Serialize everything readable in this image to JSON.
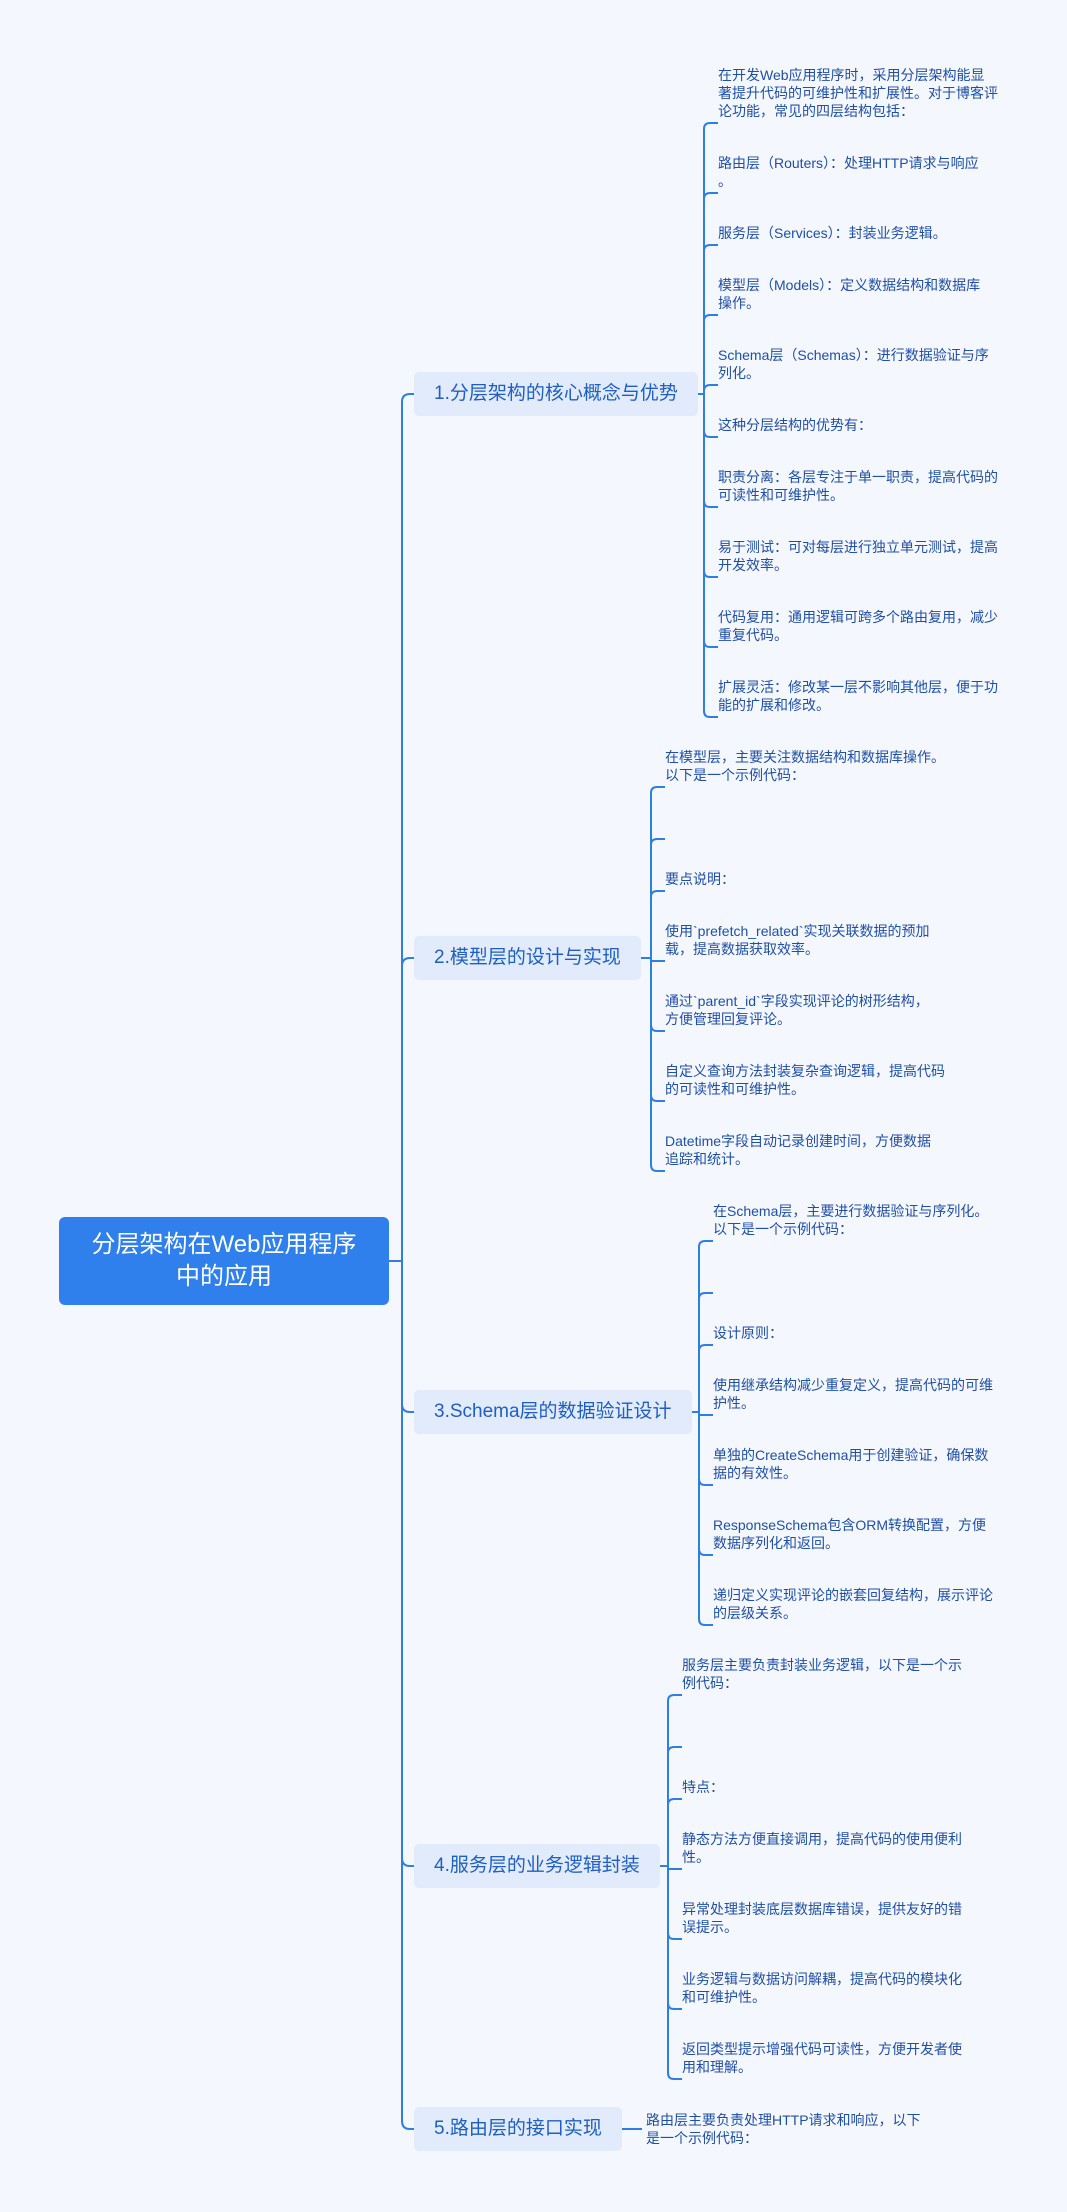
{
  "root": {
    "title": "分层架构在Web应用程序中的应用"
  },
  "branches": [
    {
      "label": "1.分层架构的核心概念与优势",
      "leaves": [
        "在开发Web应用程序时，采用分层架构能显\n著提升代码的可维护性和扩展性。对于博客评\n论功能，常见的四层结构包括：",
        "路由层（Routers）：处理HTTP请求与响应\n。",
        "服务层（Services）：封装业务逻辑。",
        "模型层（Models）：定义数据结构和数据库\n操作。",
        "Schema层（Schemas）：进行数据验证与序\n列化。",
        "这种分层结构的优势有：",
        "职责分离：各层专注于单一职责，提高代码的\n可读性和可维护性。",
        "易于测试：可对每层进行独立单元测试，提高\n开发效率。",
        "代码复用：通用逻辑可跨多个路由复用，减少\n重复代码。",
        "扩展灵活：修改某一层不影响其他层，便于功\n能的扩展和修改。"
      ]
    },
    {
      "label": "2.模型层的设计与实现",
      "leaves": [
        "在模型层，主要关注数据结构和数据库操作。\n以下是一个示例代码：",
        "",
        "要点说明：",
        "使用`prefetch_related`实现关联数据的预加\n载，提高数据获取效率。",
        "通过`parent_id`字段实现评论的树形结构，\n方便管理回复评论。",
        "自定义查询方法封装复杂查询逻辑，提高代码\n的可读性和可维护性。",
        "Datetime字段自动记录创建时间，方便数据\n追踪和统计。"
      ]
    },
    {
      "label": "3.Schema层的数据验证设计",
      "leaves": [
        "在Schema层，主要进行数据验证与序列化。\n以下是一个示例代码：",
        "",
        "设计原则：",
        "使用继承结构减少重复定义，提高代码的可维\n护性。",
        "单独的CreateSchema用于创建验证，确保数\n据的有效性。",
        "ResponseSchema包含ORM转换配置，方便\n数据序列化和返回。",
        "递归定义实现评论的嵌套回复结构，展示评论\n的层级关系。"
      ]
    },
    {
      "label": "4.服务层的业务逻辑封装",
      "leaves": [
        "服务层主要负责封装业务逻辑，以下是一个示\n例代码：",
        "",
        "特点：",
        "静态方法方便直接调用，提高代码的使用便利\n性。",
        "异常处理封装底层数据库错误，提供友好的错\n误提示。",
        "业务逻辑与数据访问解耦，提高代码的模块化\n和可维护性。",
        "返回类型提示增强代码可读性，方便开发者使\n用和理解。"
      ]
    },
    {
      "label": "5.路由层的接口实现",
      "leaves": [
        "路由层主要负责处理HTTP请求和响应，以下\n是一个示例代码："
      ]
    }
  ],
  "colors": {
    "line": "#2f7fe0",
    "root_bg": "#2f80ed",
    "branch_bg": "#e1ebfb",
    "text": "#1f4fa6"
  }
}
